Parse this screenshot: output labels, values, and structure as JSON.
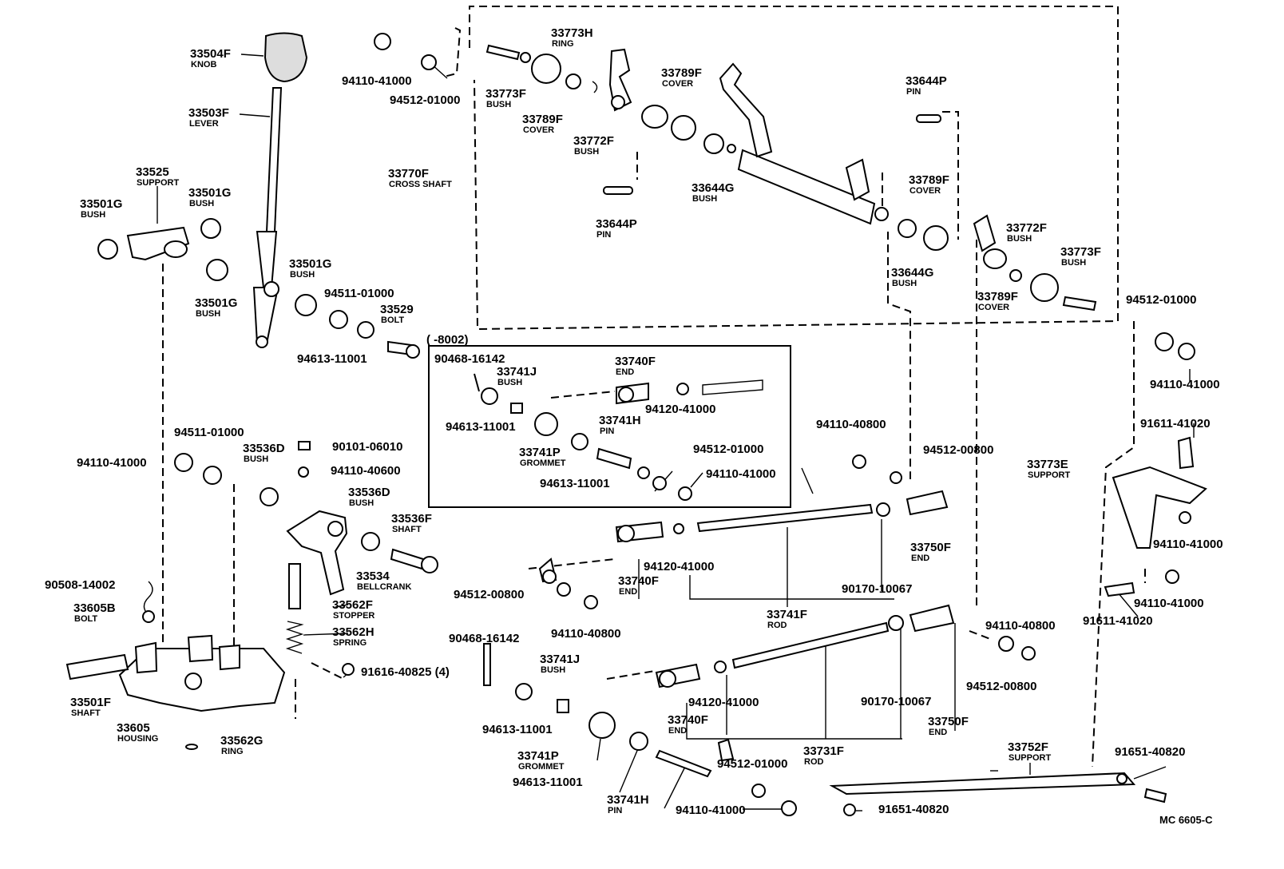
{
  "code": "MC 6605-C",
  "note": "(    -8002)",
  "labels": [
    {
      "pn": "33504F",
      "nm": "KNOB"
    },
    {
      "pn": "33503F",
      "nm": "LEVER"
    },
    {
      "pn": "33525",
      "nm": "SUPPORT"
    },
    {
      "pn": "33501G",
      "nm": "BUSH"
    },
    {
      "pn": "33501G",
      "nm": "BUSH"
    },
    {
      "pn": "33501G",
      "nm": "BUSH"
    },
    {
      "pn": "33501G",
      "nm": "BUSH"
    },
    {
      "pn": "94511-01000",
      "nm": ""
    },
    {
      "pn": "33529",
      "nm": "BOLT"
    },
    {
      "pn": "94613-11001",
      "nm": ""
    },
    {
      "pn": "94110-41000",
      "nm": ""
    },
    {
      "pn": "94512-01000",
      "nm": ""
    },
    {
      "pn": "33773H",
      "nm": "RING"
    },
    {
      "pn": "33773F",
      "nm": "BUSH"
    },
    {
      "pn": "33789F",
      "nm": "COVER"
    },
    {
      "pn": "33772F",
      "nm": "BUSH"
    },
    {
      "pn": "33789F",
      "nm": "COVER"
    },
    {
      "pn": "33770F",
      "nm": "CROSS SHAFT"
    },
    {
      "pn": "33644G",
      "nm": "BUSH"
    },
    {
      "pn": "33644P",
      "nm": "PIN"
    },
    {
      "pn": "33644P",
      "nm": "PIN"
    },
    {
      "pn": "33789F",
      "nm": "COVER"
    },
    {
      "pn": "33644G",
      "nm": "BUSH"
    },
    {
      "pn": "33772F",
      "nm": "BUSH"
    },
    {
      "pn": "33773F",
      "nm": "BUSH"
    },
    {
      "pn": "33789F",
      "nm": "COVER"
    },
    {
      "pn": "94512-01000",
      "nm": ""
    },
    {
      "pn": "94110-41000",
      "nm": ""
    },
    {
      "pn": "90468-16142",
      "nm": ""
    },
    {
      "pn": "33741J",
      "nm": "BUSH"
    },
    {
      "pn": "33740F",
      "nm": "END"
    },
    {
      "pn": "94613-11001",
      "nm": ""
    },
    {
      "pn": "94120-41000",
      "nm": ""
    },
    {
      "pn": "33741H",
      "nm": "PIN"
    },
    {
      "pn": "33741P",
      "nm": "GROMMET"
    },
    {
      "pn": "94512-01000",
      "nm": ""
    },
    {
      "pn": "94613-11001",
      "nm": ""
    },
    {
      "pn": "94110-41000",
      "nm": ""
    },
    {
      "pn": "94511-01000",
      "nm": ""
    },
    {
      "pn": "94110-41000",
      "nm": ""
    },
    {
      "pn": "33536D",
      "nm": "BUSH"
    },
    {
      "pn": "90101-06010",
      "nm": ""
    },
    {
      "pn": "94110-40600",
      "nm": ""
    },
    {
      "pn": "33536D",
      "nm": "BUSH"
    },
    {
      "pn": "33536F",
      "nm": "SHAFT"
    },
    {
      "pn": "33534",
      "nm": "BELLCRANK"
    },
    {
      "pn": "33562F",
      "nm": "STOPPER"
    },
    {
      "pn": "33562H",
      "nm": "SPRING"
    },
    {
      "pn": "91616-40825 (4)",
      "nm": ""
    },
    {
      "pn": "90508-14002",
      "nm": ""
    },
    {
      "pn": "33605B",
      "nm": "BOLT"
    },
    {
      "pn": "33501F",
      "nm": "SHAFT"
    },
    {
      "pn": "33605",
      "nm": "HOUSING"
    },
    {
      "pn": "33562G",
      "nm": "RING"
    },
    {
      "pn": "94110-40800",
      "nm": ""
    },
    {
      "pn": "94512-00800",
      "nm": ""
    },
    {
      "pn": "33750F",
      "nm": "END"
    },
    {
      "pn": "94120-41000",
      "nm": ""
    },
    {
      "pn": "33740F",
      "nm": "END"
    },
    {
      "pn": "94512-00800",
      "nm": ""
    },
    {
      "pn": "90170-10067",
      "nm": ""
    },
    {
      "pn": "33741F",
      "nm": "ROD"
    },
    {
      "pn": "94110-40800",
      "nm": ""
    },
    {
      "pn": "91611-41020",
      "nm": ""
    },
    {
      "pn": "33773E",
      "nm": "SUPPORT"
    },
    {
      "pn": "94110-41000",
      "nm": ""
    },
    {
      "pn": "94110-41000",
      "nm": ""
    },
    {
      "pn": "91611-41020",
      "nm": ""
    },
    {
      "pn": "94110-40800",
      "nm": ""
    },
    {
      "pn": "94512-00800",
      "nm": ""
    },
    {
      "pn": "90468-16142",
      "nm": ""
    },
    {
      "pn": "33741J",
      "nm": "BUSH"
    },
    {
      "pn": "94613-11001",
      "nm": ""
    },
    {
      "pn": "94120-41000",
      "nm": ""
    },
    {
      "pn": "90170-10067",
      "nm": ""
    },
    {
      "pn": "33740F",
      "nm": "END"
    },
    {
      "pn": "33750F",
      "nm": "END"
    },
    {
      "pn": "33741P",
      "nm": "GROMMET"
    },
    {
      "pn": "33731F",
      "nm": "ROD"
    },
    {
      "pn": "94613-11001",
      "nm": ""
    },
    {
      "pn": "94512-01000",
      "nm": ""
    },
    {
      "pn": "33741H",
      "nm": "PIN"
    },
    {
      "pn": "94110-41000",
      "nm": ""
    },
    {
      "pn": "91651-40820",
      "nm": ""
    },
    {
      "pn": "33752F",
      "nm": "SUPPORT"
    },
    {
      "pn": "91651-40820",
      "nm": ""
    }
  ]
}
